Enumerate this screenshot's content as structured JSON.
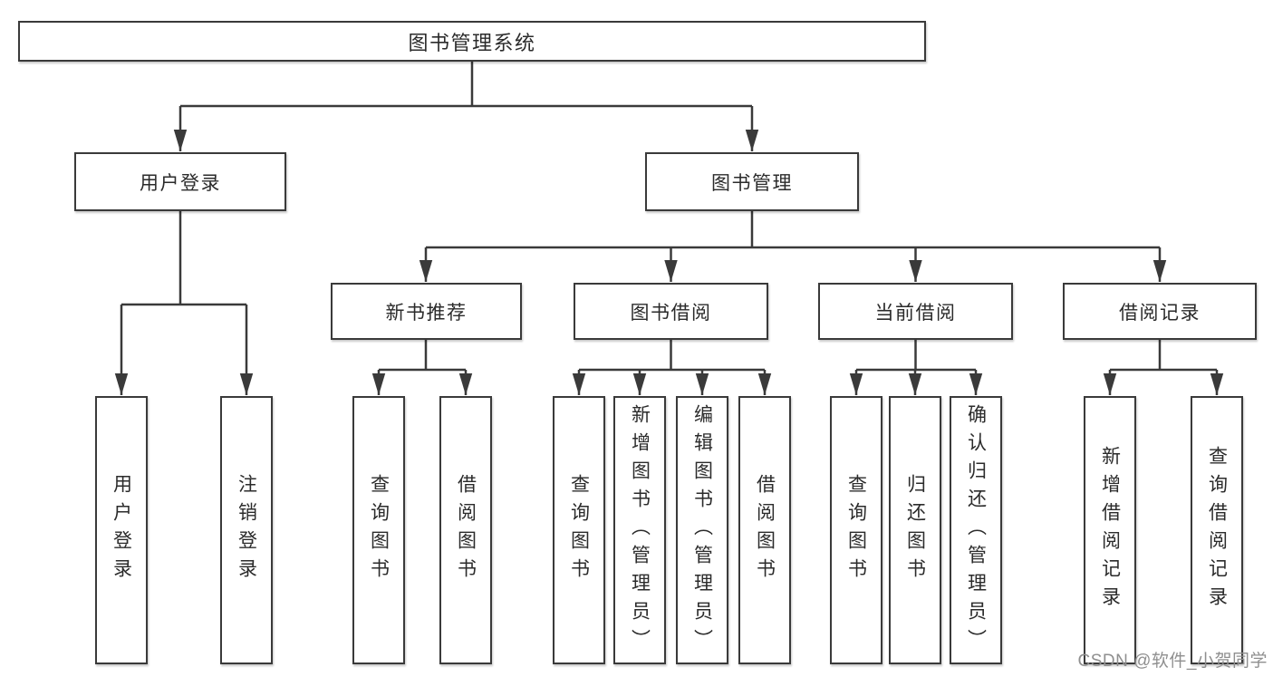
{
  "tree": {
    "root": "图书管理系统",
    "branches": {
      "user_login": {
        "label": "用户登录",
        "children": [
          "用户登录",
          "注销登录"
        ]
      },
      "book_management": {
        "label": "图书管理",
        "sections": [
          {
            "label": "新书推荐",
            "children": [
              "查询图书",
              "借阅图书"
            ]
          },
          {
            "label": "图书借阅",
            "children": [
              "查询图书",
              "新增图书（管理员）",
              "编辑图书（管理员）",
              "借阅图书"
            ]
          },
          {
            "label": "当前借阅",
            "children": [
              "查询图书",
              "归还图书",
              "确认归还（管理员）"
            ]
          },
          {
            "label": "借阅记录",
            "children": [
              "新增借阅记录",
              "查询借阅记录"
            ]
          }
        ]
      }
    }
  },
  "watermark": "CSDN @软件_小贺同学",
  "colors": {
    "line": "#3a3a3a",
    "text": "#2b2b2b",
    "watermark": "#8f8f8f",
    "background": "#ffffff"
  }
}
